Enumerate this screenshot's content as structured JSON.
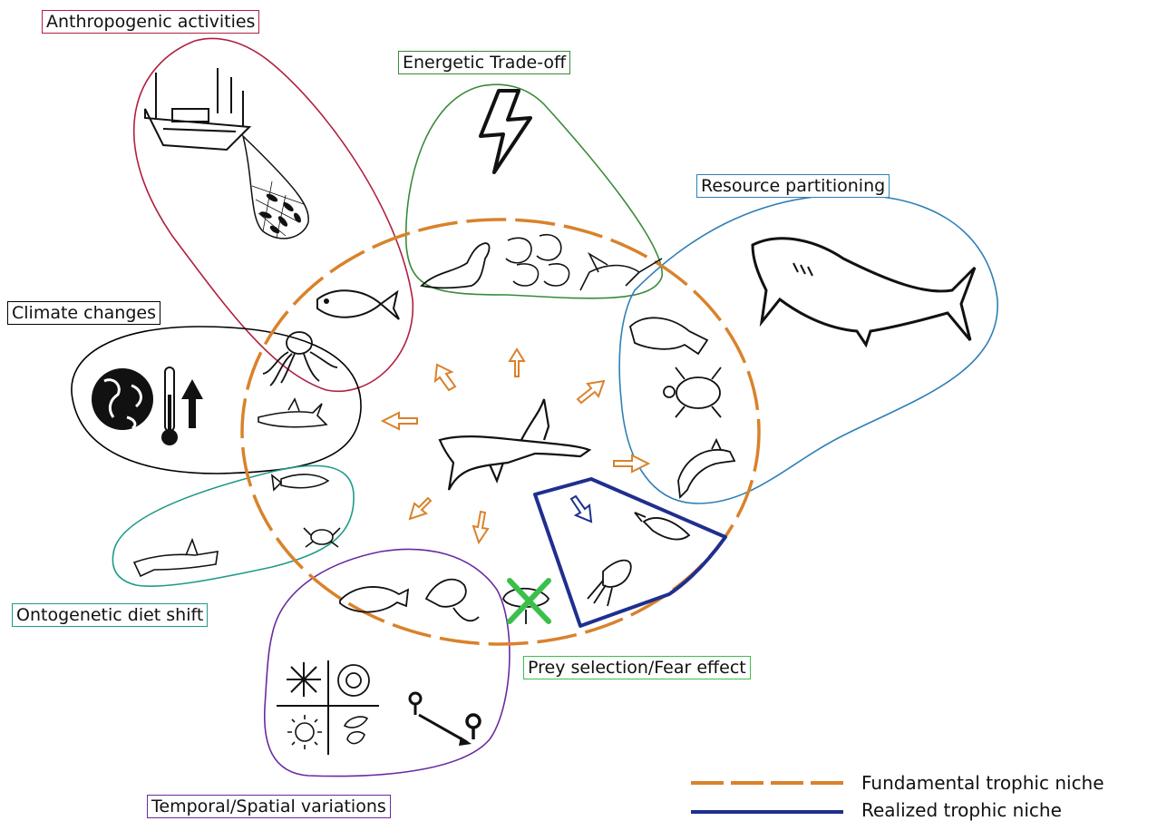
{
  "labels": {
    "anthropogenic": "Anthropogenic activities",
    "energetic": "Energetic Trade-off",
    "resource": "Resource partitioning",
    "climate": "Climate changes",
    "ontogenetic": "Ontogenetic diet shift",
    "prey_selection": "Prey selection/Fear effect",
    "temporal": "Temporal/Spatial variations"
  },
  "legend": {
    "fundamental": "Fundamental trophic niche",
    "realized": "Realized trophic niche"
  },
  "colors": {
    "anthropogenic": "#b0203f",
    "energetic": "#3a8a3a",
    "resource": "#2f7fb5",
    "climate": "#000000",
    "ontogenetic": "#1f9a8a",
    "temporal": "#6a2aa0",
    "prey_selection": "#3ac04a",
    "fundamental_niche": "#d9822b",
    "realized_niche": "#1f2f8f",
    "cross_mark": "#3ac04a"
  },
  "icons": [
    "fishing-boat-icon",
    "net-with-fish-icon",
    "lightning-icon",
    "sea-lion-icon",
    "shrimp-icon",
    "marlin-icon",
    "tuna-icon",
    "octopus-icon",
    "shark-icon",
    "globe-icon",
    "thermometer-icon",
    "up-arrow-icon",
    "tiger-shark-icon",
    "manatee-icon",
    "sea-turtle-icon",
    "dolphin-icon",
    "hammerhead-shark-icon",
    "herring-icon",
    "crab-icon",
    "juvenile-hammerhead-icon",
    "flatfish-icon",
    "stingray-icon",
    "horseshoe-crab-icon",
    "squid-icon",
    "snowflake-icon",
    "flower-icon",
    "sun-icon",
    "leaves-icon",
    "location-pin-icon"
  ]
}
